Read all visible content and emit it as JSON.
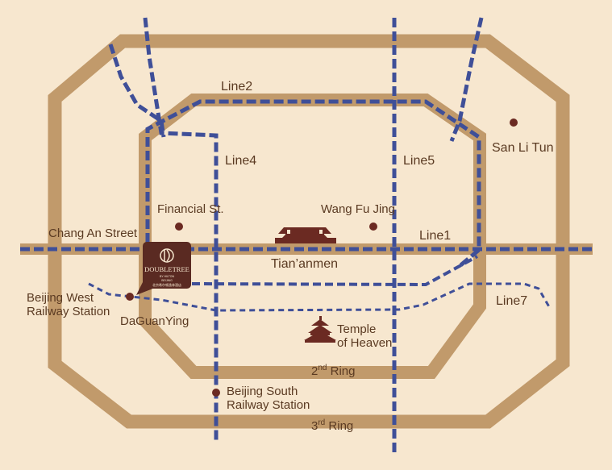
{
  "colors": {
    "background": "#f7e7cf",
    "ring": "#c19a6b",
    "metro": "#3f4f98",
    "text": "#5a3a22",
    "poi": "#6b2a22",
    "logo_bg": "#5a2a22"
  },
  "rings": {
    "second": {
      "label": "2",
      "sup": "nd",
      "suffix": " Ring"
    },
    "third": {
      "label": "3",
      "sup": "rd",
      "suffix": " Ring"
    }
  },
  "lines": {
    "line1": "Line1",
    "line2": "Line2",
    "line4": "Line4",
    "line5": "Line5",
    "line7": "Line7"
  },
  "places": {
    "chang_an_street": "Chang An Street",
    "financial_st": "Financial St.",
    "wang_fu_jing": "Wang Fu Jing",
    "san_li_tun": "San Li Tun",
    "tiananmen": "Tian’anmen",
    "beijing_west_1": "Beijing West",
    "beijing_west_2": "Railway Station",
    "daguanying": "DaGuanYing",
    "temple_1": "Temple",
    "temple_2": "of Heaven",
    "beijing_south_1": "Beijing South",
    "beijing_south_2": "Railway Station"
  },
  "logo": {
    "brand": "DOUBLETREE",
    "sub": "BY HILTON",
    "city": "BEIJING",
    "chinese": "北京希尔顿逸林酒店"
  }
}
